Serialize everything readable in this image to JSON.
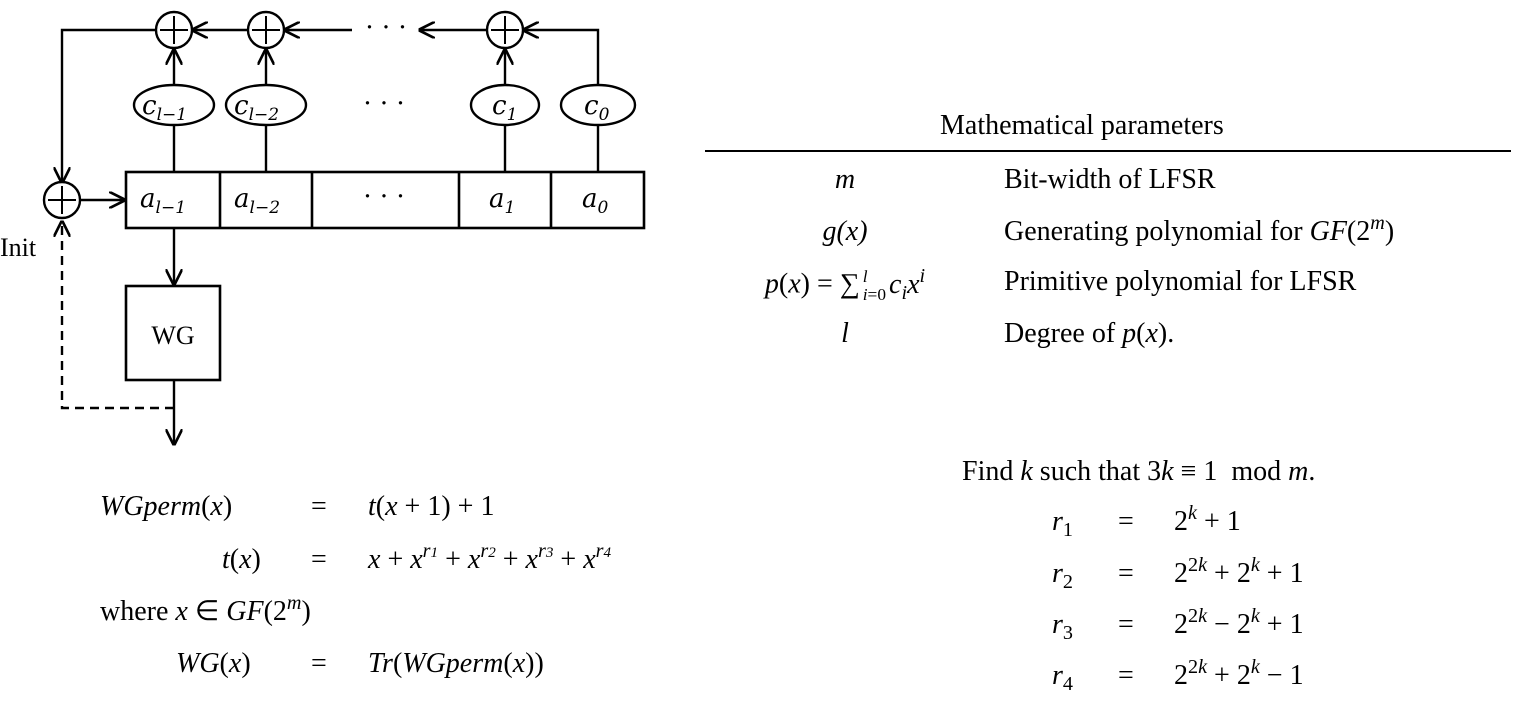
{
  "diagram": {
    "register_cells": [
      "a",
      "a",
      "· · ·",
      "a",
      "a"
    ],
    "register_subs": [
      "l−1",
      "l−2",
      "",
      "1",
      "0"
    ],
    "coeffs": [
      "c",
      "c",
      "· · ·",
      "c",
      "c"
    ],
    "coeff_subs": [
      "l−1",
      "l−2",
      "",
      "1",
      "0"
    ],
    "top_dots": "· · ·",
    "wg_label": "WG",
    "init_label": "Init",
    "xor_symbol": "+"
  },
  "params": {
    "title": "Mathematical parameters",
    "rows": [
      {
        "symbol": "m",
        "desc_prefix": "Bit-width of LFSR",
        "desc_math": ""
      },
      {
        "symbol": "g(x)",
        "desc_prefix": "Generating polynomial for ",
        "desc_math": "GF(2m)"
      },
      {
        "symbol": "p(x) = ∑ cᵢxⁱ",
        "desc_prefix": "Primitive polynomial for LFSR",
        "desc_math": ""
      },
      {
        "symbol": "l",
        "desc_prefix": "Degree of ",
        "desc_math": "p(x)."
      }
    ]
  },
  "equations_left": {
    "wgperm_lhs": "WGperm(x)",
    "wgperm_rhs": "t(x + 1) + 1",
    "t_lhs": "t(x)",
    "t_rhs": "x + x",
    "where_text": "where",
    "where_math": "x ∈ GF(2",
    "wg_lhs": "WG(x)",
    "wg_rhs": "Tr(WGperm(x))",
    "eq": "="
  },
  "equations_right": {
    "find_prefix": "Find",
    "find_k": "k",
    "find_mid": "such that",
    "find_cong": "3k ≡ 1",
    "find_mod": "mod",
    "find_m": "m.",
    "r_rows": [
      {
        "lhs": "r",
        "sub": "1",
        "rhs": "2^k + 1"
      },
      {
        "lhs": "r",
        "sub": "2",
        "rhs": "2^2k + 2^k + 1"
      },
      {
        "lhs": "r",
        "sub": "3",
        "rhs": "2^2k − 2^k + 1"
      },
      {
        "lhs": "r",
        "sub": "4",
        "rhs": "2^2k + 2^k − 1"
      }
    ]
  }
}
